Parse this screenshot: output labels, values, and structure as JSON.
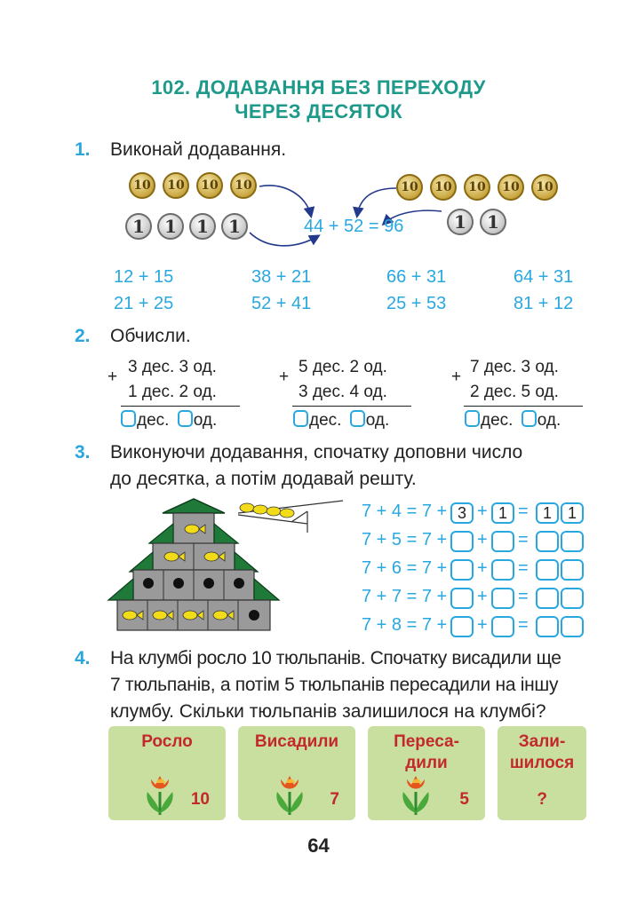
{
  "header": {
    "title_line1": "102. ДОДАВАННЯ БЕЗ ПЕРЕХОДУ",
    "title_line2": "ЧЕРЕЗ ДЕСЯТОК"
  },
  "task1": {
    "number": "1.",
    "text": "Виконай додавання.",
    "coin_ten": "10",
    "coin_one": "1",
    "example": "44 + 52 = 96",
    "columns": [
      [
        "12 + 15",
        "21 + 25"
      ],
      [
        "38 + 21",
        "52 + 41"
      ],
      [
        "66 + 31",
        "25 + 53"
      ],
      [
        "64 + 31",
        "81 + 12"
      ]
    ]
  },
  "task2": {
    "number": "2.",
    "text": "Обчисли.",
    "plus": "+",
    "problems": [
      {
        "a": "3 дес. 3 од.",
        "b": "1 дес. 2 од."
      },
      {
        "a": "5 дес. 2 од.",
        "b": "3 дес. 4 од."
      },
      {
        "a": "7 дес. 3 од.",
        "b": "2 дес. 5 од."
      }
    ],
    "answer_tens": "дес.",
    "answer_units": "од."
  },
  "task3": {
    "number": "3.",
    "text_line1": "Виконуючи додавання, спочатку доповни число",
    "text_line2": "до десятка, а потім додавай решту.",
    "rows": [
      {
        "left": "7 + 4 = 7 +",
        "b1": "3",
        "b2": "1",
        "r1": "1",
        "r2": "1"
      },
      {
        "left": "7 + 5 = 7 +",
        "b1": "",
        "b2": "",
        "r1": "",
        "r2": ""
      },
      {
        "left": "7 + 6 = 7 +",
        "b1": "",
        "b2": "",
        "r1": "",
        "r2": ""
      },
      {
        "left": "7 + 7 = 7 +",
        "b1": "",
        "b2": "",
        "r1": "",
        "r2": ""
      },
      {
        "left": "7 + 8 = 7 +",
        "b1": "",
        "b2": "",
        "r1": "",
        "r2": ""
      }
    ],
    "plus": "+",
    "equals": "="
  },
  "task4": {
    "number": "4.",
    "text_line1": "На клумбі росло 10 тюльпанів. Спочатку висадили ще",
    "text_line2": "7 тюльпанів, а потім 5 тюльпанів пересадили на іншу",
    "text_line3": "клумбу. Скільки тюльпанів залишилося на клумбі?",
    "cards": [
      {
        "label1": "Росло",
        "label2": "",
        "value": "10"
      },
      {
        "label1": "Висадили",
        "label2": "",
        "value": "7"
      },
      {
        "label1": "Переса-",
        "label2": "дили",
        "value": "5"
      },
      {
        "label1": "Зали-",
        "label2": "шилося",
        "value": "?"
      }
    ]
  },
  "footer": {
    "page": "64"
  },
  "colors": {
    "title": "#1d9a8a",
    "accent_blue": "#29a8e0",
    "card_bg": "#c9dfa0",
    "card_text": "#c3282c"
  }
}
